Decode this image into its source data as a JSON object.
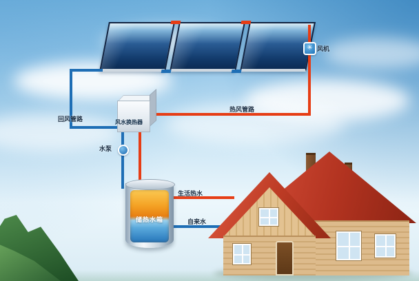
{
  "diagram": {
    "type": "solar-air-heating-hot-water-system",
    "labels": {
      "fan": "风机",
      "return_air_pipe": "回风管路",
      "hot_air_pipe": "热风管路",
      "heat_exchanger": "风水换热器",
      "water_pump": "水泵",
      "storage_tank": "储热水箱",
      "domestic_hot_water": "生活热水",
      "tap_water": "自来水"
    },
    "colors": {
      "hot_pipe": "#e63d15",
      "cold_pipe": "#1e6eb5",
      "panel_glass": "#123a6b",
      "tank_label_text": "#ffffff",
      "label_text": "#1c2f44"
    },
    "icons": {
      "fan_glyph": "✳"
    },
    "components": [
      "solar-collector-array",
      "fan-unit",
      "air-water-heat-exchanger",
      "water-pump",
      "hot-water-storage-tank",
      "house"
    ]
  }
}
